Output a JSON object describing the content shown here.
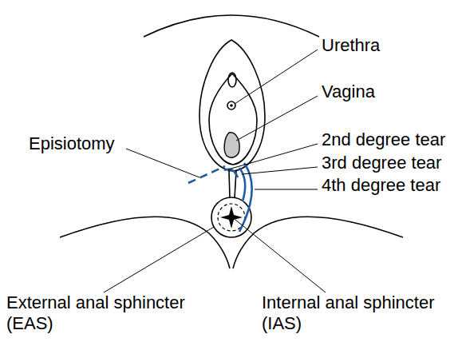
{
  "diagram": {
    "labels": [
      "Urethra",
      "Vagina",
      "Episiotomy",
      "2nd degree tear",
      "3rd degree tear",
      "4th degree tear",
      "External anal sphincter (EAS)",
      "Internal anal sphincter (IAS)"
    ]
  }
}
